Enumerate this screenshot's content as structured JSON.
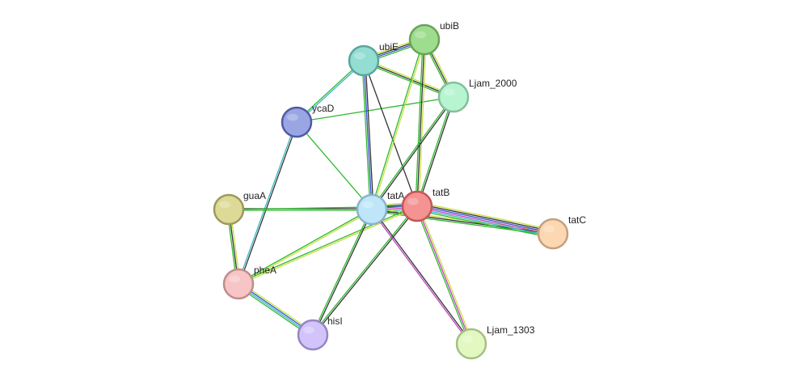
{
  "network": {
    "nodes": [
      {
        "id": "ubiB",
        "label": "ubiB",
        "color": "#9edc8e",
        "stroke": "#6aa25a"
      },
      {
        "id": "ubiE",
        "label": "ubiE",
        "color": "#93ddd3",
        "stroke": "#5aa59c"
      },
      {
        "id": "Ljam_2000",
        "label": "Ljam_2000",
        "color": "#b7f5d0",
        "stroke": "#84bf9d"
      },
      {
        "id": "ycaD",
        "label": "ycaD",
        "color": "#9aa5e3",
        "stroke": "#4f5aa5"
      },
      {
        "id": "guaA",
        "label": "guaA",
        "color": "#dcda96",
        "stroke": "#9c9a5a"
      },
      {
        "id": "tatA",
        "label": "tatA",
        "color": "#bfe6f8",
        "stroke": "#87b5cc"
      },
      {
        "id": "tatB",
        "label": "tatB",
        "color": "#f59292",
        "stroke": "#c45656"
      },
      {
        "id": "tatC",
        "label": "tatC",
        "color": "#fcd7b2",
        "stroke": "#c4a07c"
      },
      {
        "id": "pheA",
        "label": "pheA",
        "color": "#f7c5c5",
        "stroke": "#c08c8c"
      },
      {
        "id": "hisI",
        "label": "hisI",
        "color": "#d2c4fa",
        "stroke": "#9585c4"
      },
      {
        "id": "Ljam_1303",
        "label": "Ljam_1303",
        "color": "#e2f8c1",
        "stroke": "#a6bf83"
      }
    ],
    "edge_colors": {
      "textmining": "#c8e040",
      "coexpression": "#333333",
      "cooccurrence": "#3050c8",
      "experiments": "#c040c0",
      "database": "#38b8c8",
      "neighborhood": "#30b830"
    },
    "edges": [
      {
        "source": "ubiE",
        "target": "ubiB",
        "types": [
          "textmining",
          "coexpression",
          "cooccurrence",
          "neighborhood"
        ]
      },
      {
        "source": "ubiE",
        "target": "Ljam_2000",
        "types": [
          "textmining",
          "coexpression",
          "neighborhood"
        ]
      },
      {
        "source": "ubiB",
        "target": "Ljam_2000",
        "types": [
          "textmining",
          "coexpression",
          "neighborhood"
        ]
      },
      {
        "source": "ubiE",
        "target": "ycaD",
        "types": [
          "database",
          "neighborhood"
        ]
      },
      {
        "source": "ycaD",
        "target": "Ljam_2000",
        "types": [
          "neighborhood"
        ]
      },
      {
        "source": "ycaD",
        "target": "tatA",
        "types": [
          "neighborhood"
        ]
      },
      {
        "source": "ycaD",
        "target": "pheA",
        "types": [
          "coexpression",
          "database"
        ]
      },
      {
        "source": "ubiE",
        "target": "tatA",
        "types": [
          "coexpression",
          "cooccurrence",
          "neighborhood"
        ]
      },
      {
        "source": "ubiE",
        "target": "tatB",
        "types": [
          "coexpression"
        ]
      },
      {
        "source": "ubiB",
        "target": "tatA",
        "types": [
          "textmining",
          "neighborhood"
        ]
      },
      {
        "source": "ubiB",
        "target": "tatB",
        "types": [
          "textmining",
          "coexpression",
          "neighborhood"
        ]
      },
      {
        "source": "Ljam_2000",
        "target": "tatA",
        "types": [
          "coexpression",
          "neighborhood"
        ]
      },
      {
        "source": "Ljam_2000",
        "target": "tatB",
        "types": [
          "coexpression",
          "neighborhood"
        ]
      },
      {
        "source": "guaA",
        "target": "tatA",
        "types": [
          "coexpression",
          "neighborhood"
        ]
      },
      {
        "source": "guaA",
        "target": "tatB",
        "types": [
          "neighborhood"
        ]
      },
      {
        "source": "guaA",
        "target": "pheA",
        "types": [
          "textmining",
          "coexpression",
          "neighborhood"
        ]
      },
      {
        "source": "tatA",
        "target": "tatB",
        "types": [
          "textmining",
          "coexpression",
          "cooccurrence",
          "experiments",
          "database",
          "neighborhood"
        ]
      },
      {
        "source": "tatA",
        "target": "tatC",
        "types": [
          "textmining",
          "coexpression",
          "neighborhood"
        ]
      },
      {
        "source": "tatB",
        "target": "tatC",
        "types": [
          "textmining",
          "coexpression",
          "cooccurrence",
          "experiments",
          "database",
          "neighborhood"
        ]
      },
      {
        "source": "tatA",
        "target": "pheA",
        "types": [
          "textmining",
          "neighborhood"
        ]
      },
      {
        "source": "tatB",
        "target": "pheA",
        "types": [
          "textmining",
          "neighborhood"
        ]
      },
      {
        "source": "tatA",
        "target": "hisI",
        "types": [
          "coexpression",
          "neighborhood"
        ]
      },
      {
        "source": "tatB",
        "target": "hisI",
        "types": [
          "coexpression",
          "neighborhood"
        ]
      },
      {
        "source": "pheA",
        "target": "hisI",
        "types": [
          "textmining",
          "cooccurrence",
          "database",
          "neighborhood"
        ]
      },
      {
        "source": "tatA",
        "target": "Ljam_1303",
        "types": [
          "coexpression",
          "experiments"
        ]
      },
      {
        "source": "tatB",
        "target": "Ljam_1303",
        "types": [
          "textmining",
          "experiments",
          "neighborhood"
        ]
      }
    ]
  }
}
